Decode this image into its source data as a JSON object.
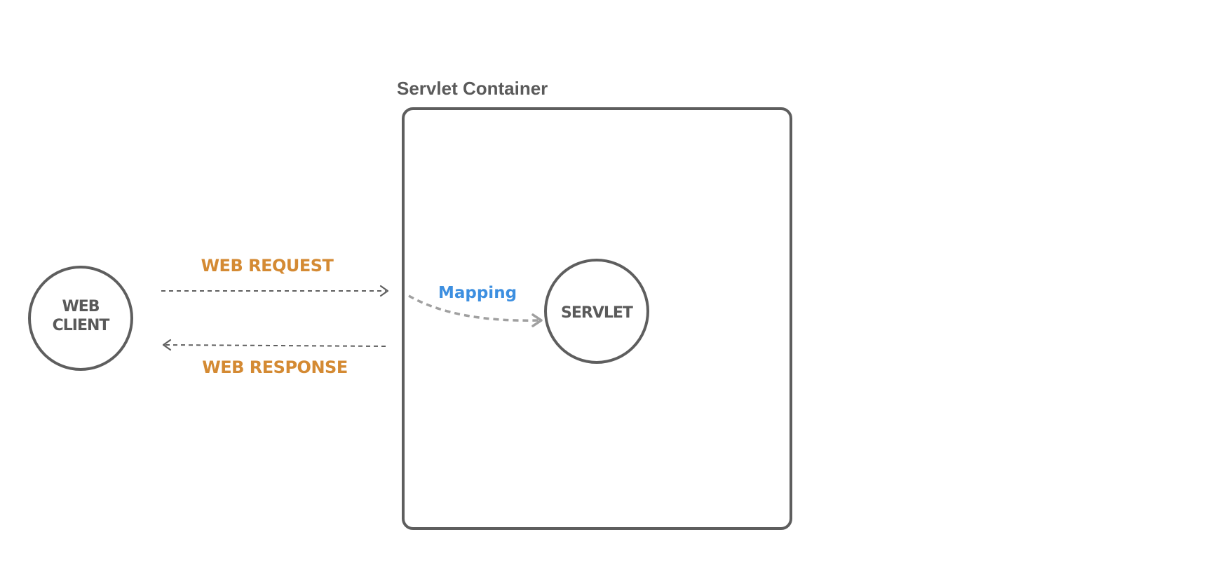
{
  "container": {
    "title": "Servlet Container"
  },
  "nodes": {
    "web_client": {
      "line1": "WEB",
      "line2": "CLIENT"
    },
    "servlet": {
      "label": "SERVLET"
    }
  },
  "flows": {
    "request": "WEB REQUEST",
    "response": "WEB RESPONSE",
    "mapping": "Mapping"
  },
  "colors": {
    "stroke": "#5e5e5e",
    "text_dark": "#5a5a5a",
    "flow_label": "#d48a33",
    "mapping_label": "#3d8fe0",
    "mapping_arrow": "#a0a0a0"
  }
}
